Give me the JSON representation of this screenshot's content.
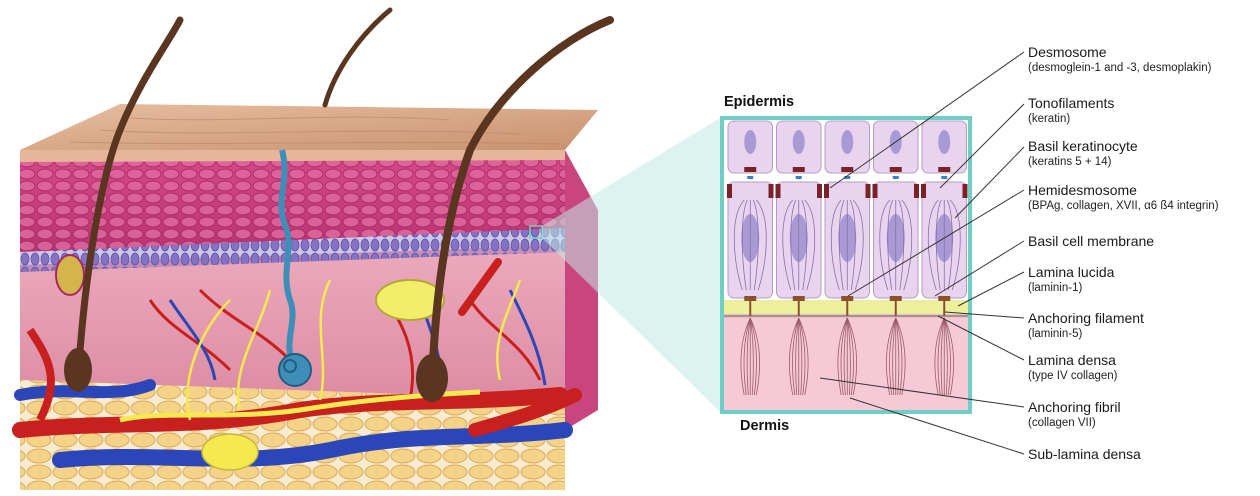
{
  "regions": {
    "top": "Epidermis",
    "bottom": "Dermis"
  },
  "labels": [
    {
      "main": "Desmosome",
      "sub": "(desmoglein-1 and -3, desmoplakin)"
    },
    {
      "main": "Tonofilaments",
      "sub": "(keratin)"
    },
    {
      "main": "Basil keratinocyte",
      "sub": "(keratins 5 + 14)"
    },
    {
      "main": "Hemidesmosome",
      "sub": "(BPAg, collagen, XVII, α6 ß4 integrin)"
    },
    {
      "main": "Basil cell membrane",
      "sub": ""
    },
    {
      "main": "Lamina lucida",
      "sub": "(laminin-1)"
    },
    {
      "main": "Anchoring filament",
      "sub": "(laminin-5)"
    },
    {
      "main": "Lamina densa",
      "sub": "(type IV collagen)"
    },
    {
      "main": "Anchoring fibril",
      "sub": "(collagen VII)"
    },
    {
      "main": "Sub-lamina densa",
      "sub": ""
    }
  ],
  "colors": {
    "frame": "#6fcfc4",
    "cell_fill": "#e8d4ee",
    "nucleus": "#a99ad6",
    "desmosome": "#7a2228",
    "hemidesmosome": "#8a5030",
    "lamina_lucida": "#f0f0a0",
    "dermis": "#f5c6d2",
    "skin_surface": "#d9a98a",
    "epidermis_red": "#c8457e",
    "dermis_pink": "#e59ab0",
    "fat": "#f0c878",
    "artery": "#c8201e",
    "vein": "#2b46b8",
    "nerve": "#f4ea50",
    "sweat_gland": "#3e8fb8",
    "hair": "#5a3520"
  }
}
